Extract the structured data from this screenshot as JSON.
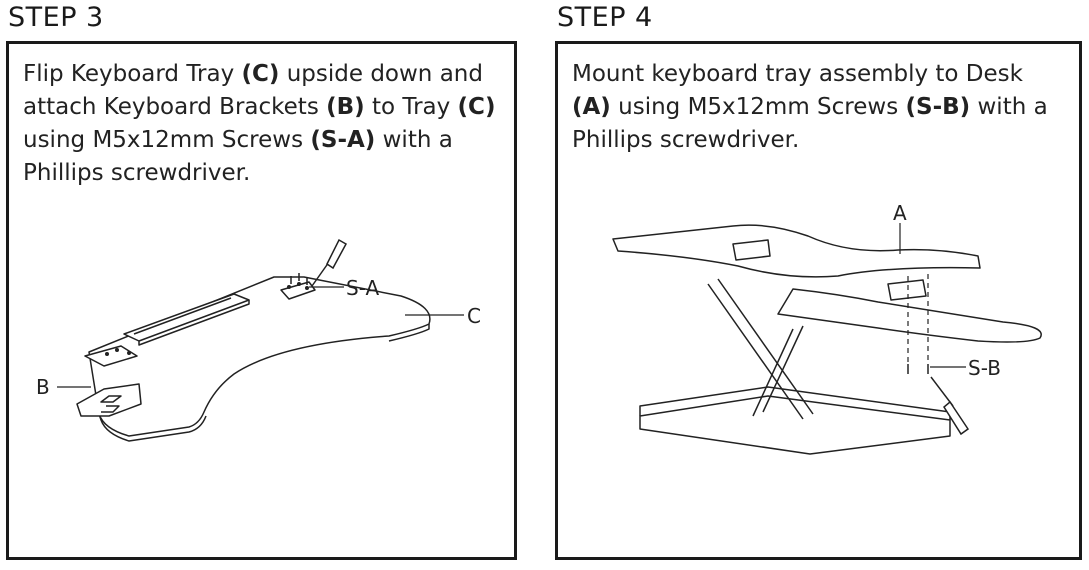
{
  "step3": {
    "title": "STEP 3",
    "instruction": [
      {
        "t": "Flip Keyboard Tray ",
        "b": false
      },
      {
        "t": "(C)",
        "b": true
      },
      {
        "t": " upside down and attach Keyboard Brackets ",
        "b": false
      },
      {
        "t": "(B)",
        "b": true
      },
      {
        "t": " to Tray ",
        "b": false
      },
      {
        "t": "(C)",
        "b": true
      },
      {
        "t": " using M5x12mm Screws ",
        "b": false
      },
      {
        "t": "(S-A)",
        "b": true
      },
      {
        "t": " with a Phillips screwdriver.",
        "b": false
      }
    ],
    "labels": {
      "screws": "S-A",
      "tray": "C",
      "bracket": "B"
    }
  },
  "step4": {
    "title": "STEP 4",
    "instruction": [
      {
        "t": "Mount keyboard tray assembly to Desk ",
        "b": false
      },
      {
        "t": "(A)",
        "b": true
      },
      {
        "t": " using M5x12mm Screws ",
        "b": false
      },
      {
        "t": "(S-B)",
        "b": true
      },
      {
        "t": " with a Phillips screwdriver.",
        "b": false
      }
    ],
    "labels": {
      "desk": "A",
      "screws": "S-B"
    }
  }
}
